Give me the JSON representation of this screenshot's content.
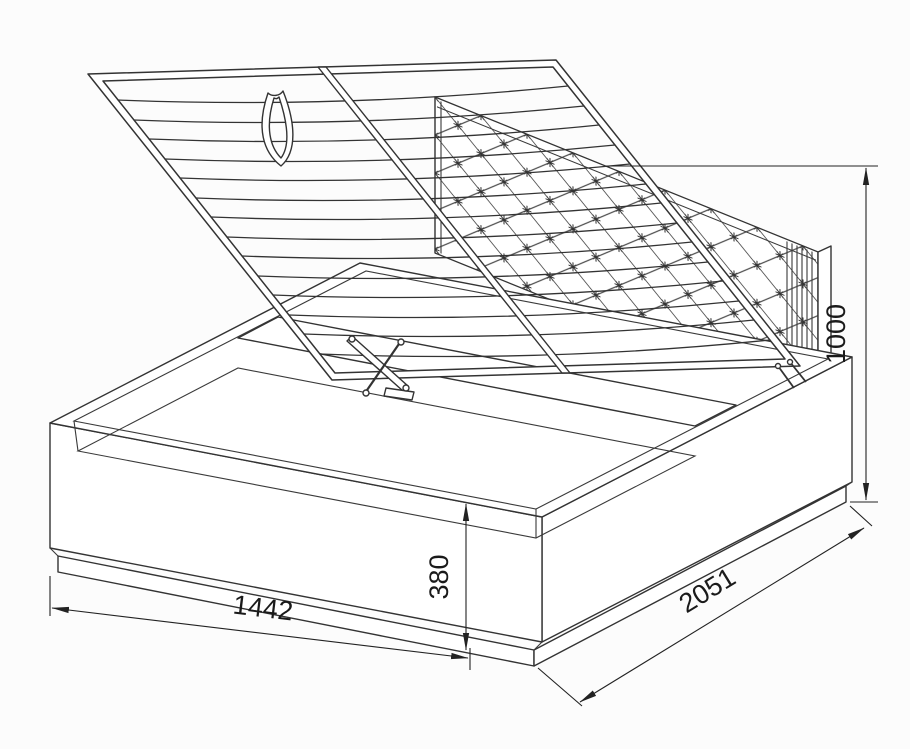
{
  "drawing": {
    "type": "technical-dimension-drawing",
    "subject": "lift-up storage bed with tufted headboard",
    "background": "#fcfcfc",
    "line_color": "#333333",
    "dimension_color": "#222222"
  },
  "dimensions": {
    "width_mm": "1442",
    "length_mm": "2051",
    "base_height_mm": "380",
    "headboard_height_mm": "1000"
  }
}
